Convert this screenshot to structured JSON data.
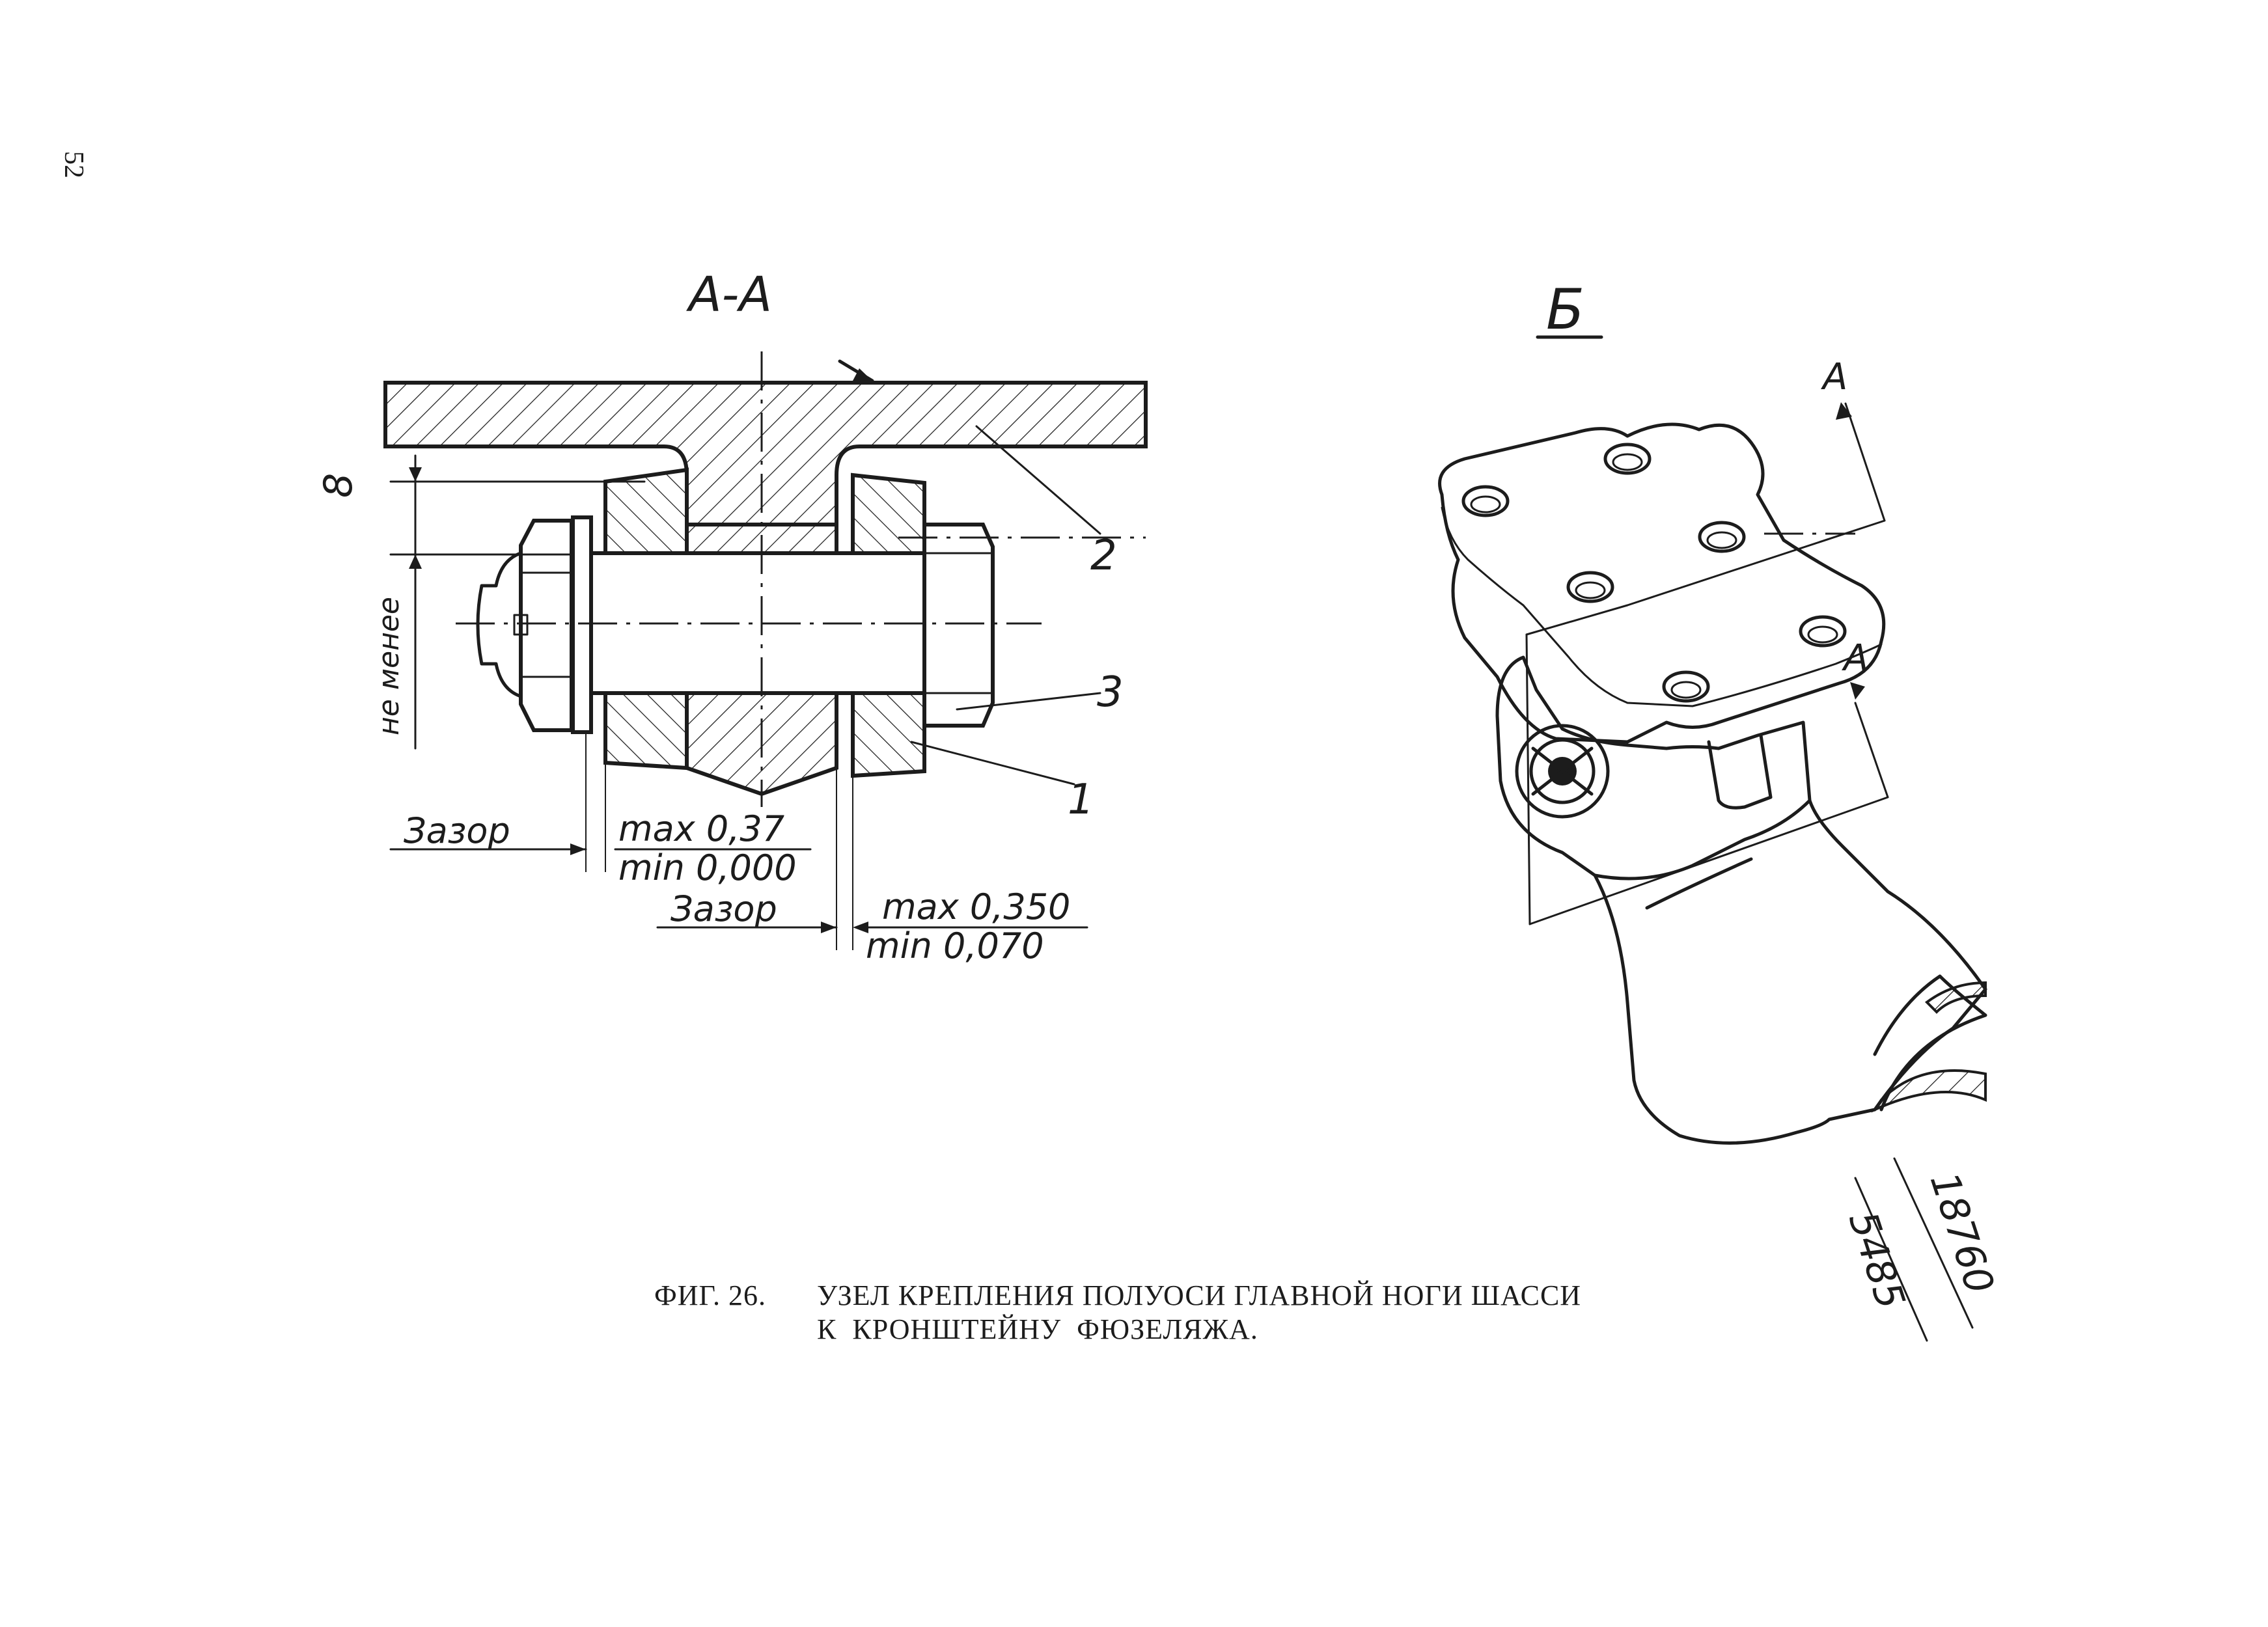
{
  "page_number": "52",
  "section_aa": {
    "title": "А-А",
    "label_clearance": "8",
    "label_not_less": "не менее",
    "part_labels": [
      "1",
      "2",
      "3"
    ],
    "gap1": {
      "label": "Зазор",
      "max": "max 0,37",
      "min": "min 0,000"
    },
    "gap2": {
      "label": "Зазор",
      "max": "max 0,350",
      "min": "min 0,070"
    }
  },
  "view_b": {
    "title": "Б",
    "section_marks": [
      "А",
      "А"
    ]
  },
  "drawing_numbers": [
    "5485",
    "18760"
  ],
  "caption": {
    "fig_label": "ФИГ. 26.",
    "line1": "УЗЕЛ КРЕПЛЕНИЯ ПОЛУОСИ ГЛАВНОЙ НОГИ ШАССИ",
    "line2": "К  КРОНШТЕЙНУ  ФЮЗЕЛЯЖА."
  }
}
